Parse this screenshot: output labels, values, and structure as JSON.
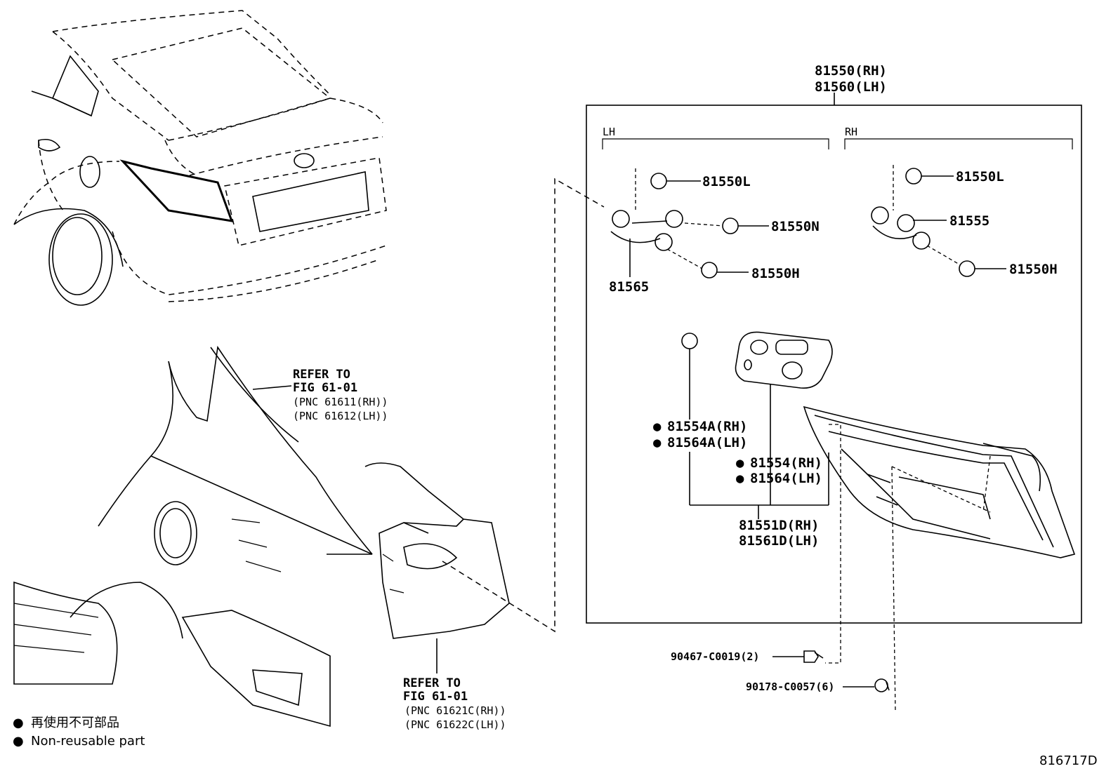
{
  "diagram": {
    "assembly": {
      "rh": "81550(RH)",
      "lh": "81560(LH)"
    },
    "sides": {
      "lh": "LH",
      "rh": "RH"
    },
    "lh_parts": {
      "bulb_l": "81550L",
      "bulb_n": "81550N",
      "bulb_h": "81550H",
      "socket": "81565"
    },
    "rh_parts": {
      "bulb_l": "81550L",
      "socket": "81555",
      "bulb_h": "81550H"
    },
    "gaskets": {
      "small_rh": "81554A(RH)",
      "small_lh": "81564A(LH)",
      "plate_rh": "81554(RH)",
      "plate_lh": "81564(LH)",
      "set_rh": "81551D(RH)",
      "set_lh": "81561D(LH)"
    },
    "fasteners": {
      "nut": "90467-C0019(2)",
      "screw": "90178-C0057(6)"
    },
    "refer_upper": {
      "line1": "REFER TO",
      "line2": "FIG 61-01",
      "pnc_rh": "(PNC 61611(RH))",
      "pnc_lh": "(PNC 61612(LH))"
    },
    "refer_lower": {
      "line1": "REFER TO",
      "line2": "FIG 61-01",
      "pnc_rh": "(PNC 61621C(RH))",
      "pnc_lh": "(PNC 61622C(LH))"
    },
    "legend": {
      "symbol": "●",
      "jp": "再使用不可部品",
      "en": "Non-reusable part"
    },
    "drawing_id": "816717D"
  }
}
